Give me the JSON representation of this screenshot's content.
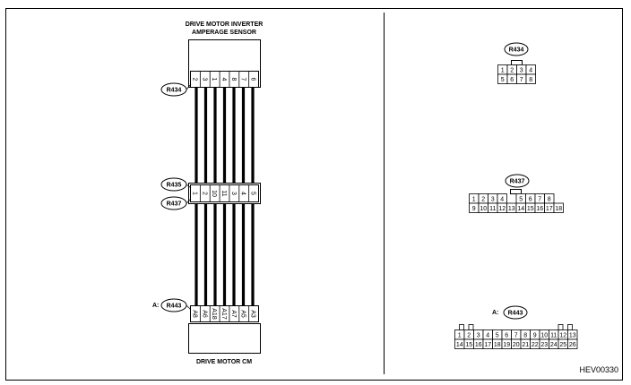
{
  "diagram_id": "HEV00330",
  "sensor": {
    "title_line1": "DRIVE MOTOR INVERTER",
    "title_line2": "AMPERAGE SENSOR",
    "connector": "R434",
    "pins": [
      "2",
      "3",
      "1",
      "4",
      "8",
      "7",
      "6"
    ]
  },
  "junction": {
    "connector_top": "R435",
    "connector_bottom": "R437",
    "pins": [
      "1",
      "2",
      "10",
      "11",
      "3",
      "4",
      "5"
    ]
  },
  "cm": {
    "title": "DRIVE MOTOR CM",
    "prefix": "A:",
    "connector": "R443",
    "pins": [
      "A8",
      "A6",
      "A18",
      "A17",
      "A7",
      "A5",
      "A3"
    ]
  },
  "faces": {
    "r434": {
      "label": "R434",
      "row1": [
        "1",
        "2",
        "3",
        "4"
      ],
      "row2": [
        "5",
        "6",
        "7",
        "8"
      ]
    },
    "r437": {
      "label": "R437",
      "row1": [
        "1",
        "2",
        "3",
        "4",
        "5",
        "6",
        "7",
        "8"
      ],
      "row2": [
        "9",
        "10",
        "11",
        "12",
        "13",
        "14",
        "15",
        "16",
        "17",
        "18"
      ]
    },
    "r443": {
      "prefix": "A:",
      "label": "R443",
      "row1": [
        "1",
        "2",
        "3",
        "4",
        "5",
        "6",
        "7",
        "8",
        "9",
        "10",
        "11",
        "12",
        "13"
      ],
      "row2": [
        "14",
        "15",
        "16",
        "17",
        "18",
        "19",
        "20",
        "21",
        "22",
        "23",
        "24",
        "25",
        "26"
      ]
    }
  }
}
